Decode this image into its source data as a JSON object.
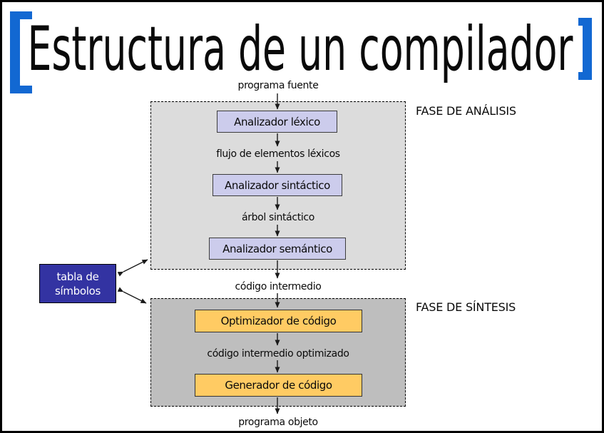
{
  "title": "Estructura de un compilador",
  "flow_labels": {
    "input": "programa fuente",
    "lexical_stream": "flujo de elementos léxicos",
    "syntax_tree": "árbol sintáctico",
    "intermediate_code": "código intermedio",
    "optimized_code": "código intermedio optimizado",
    "output": "programa objeto"
  },
  "phases": {
    "analysis": {
      "label": "FASE DE ANÁLISIS",
      "boxes": [
        "Analizador léxico",
        "Analizador sintáctico",
        "Analizador semántico"
      ]
    },
    "synthesis": {
      "label": "FASE DE SÍNTESIS",
      "boxes": [
        "Optimizador de código",
        "Generador de código"
      ]
    }
  },
  "symbol_table_label": "tabla de\nsímbolos",
  "colors": {
    "bracket_blue": "#1268d2",
    "analysis_box_fill": "#ccccec",
    "synthesis_box_fill": "#ffcb63",
    "analysis_region_fill": "#dcdcdc",
    "synthesis_region_fill": "#bebebe",
    "symbol_table_fill": "#3333a2",
    "arrow_color": "#1a1a1a"
  }
}
